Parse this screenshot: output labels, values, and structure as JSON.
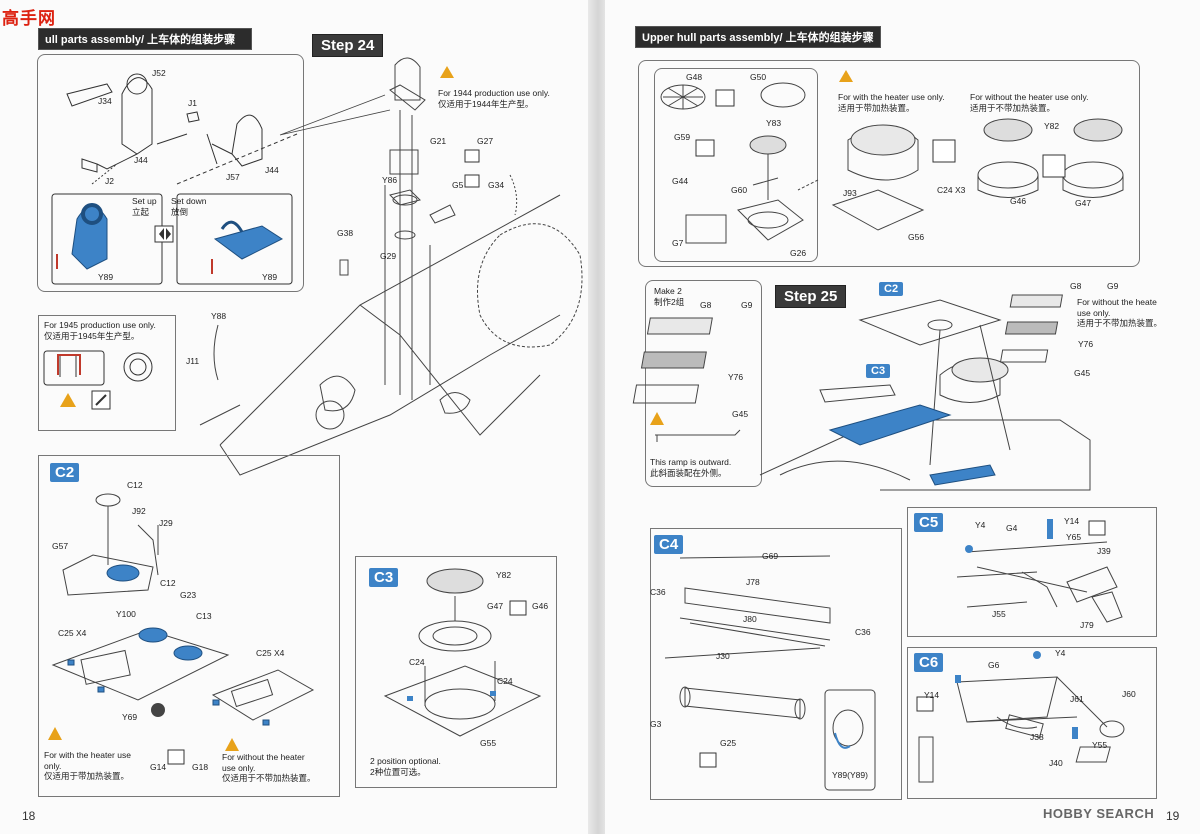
{
  "left_page": {
    "header": "ull parts assembly/ 上车体的组装步骤",
    "step": "Step 24",
    "page_number": "18",
    "notes": {
      "n1944": "For 1944 production use only.",
      "n1944_cn": "仅适用于1944年生产型。",
      "n1945": "For 1945 production use only.",
      "n1945_cn": "仅适用于1945年生产型。",
      "set_up": "Set up",
      "set_up_cn": "立起",
      "set_down": "Set down",
      "set_down_cn": "放倒",
      "with_heater": "For with the heater use only.",
      "with_heater_cn": "仅适用于带加热装置。",
      "without_heater": "For without the heater use only.",
      "without_heater_cn": "仅适用于不带加热装置。",
      "position_optional": "2 position optional.",
      "position_optional_cn": "2种位置可选。"
    },
    "subassemblies": {
      "c2": "C2",
      "c3": "C3"
    },
    "parts": {
      "J52": "J52",
      "J34": "J34",
      "J1": "J1",
      "J44a": "J44",
      "J44b": "J44",
      "J2": "J2",
      "J57": "J57",
      "Y89a": "Y89",
      "Y89b": "Y89",
      "Y88": "Y88",
      "J11": "J11",
      "G21": "G21",
      "G27": "G27",
      "Y86": "Y86",
      "G5": "G5",
      "G34": "G34",
      "G38": "G38",
      "G29": "G29",
      "C12a": "C12",
      "J92": "J92",
      "J29": "J29",
      "G57": "G57",
      "C12b": "C12",
      "G23": "G23",
      "Y100": "Y100",
      "C13": "C13",
      "C25X4a": "C25 X4",
      "C25X4b": "C25 X4",
      "Y69": "Y69",
      "G14": "G14",
      "G18": "G18",
      "Y82": "Y82",
      "G47": "G47",
      "G46": "G46",
      "C24a": "C24",
      "C24b": "C24",
      "G55": "G55"
    }
  },
  "right_page": {
    "header": "Upper hull parts assembly/ 上车体的组装步骤",
    "step": "Step 25",
    "page_number": "19",
    "notes": {
      "with_heater": "For with the heater use only.",
      "with_heater_cn": "适用于带加热装置。",
      "without_heater": "For without the heater use only.",
      "without_heater_cn": "适用于不带加热装置。",
      "make2": "Make 2",
      "make2_cn": "制作2组",
      "without_heater2": "For without the heate use only.",
      "without_heater2_cn": "适用于不带加热装置。",
      "ramp": "This ramp is outward.",
      "ramp_cn": "此斜面装配在外侧。"
    },
    "subassemblies": {
      "c2": "C2",
      "c3": "C3",
      "c4": "C4",
      "c5": "C5",
      "c6": "C6"
    },
    "parts": {
      "G48": "G48",
      "G50": "G50",
      "Y83": "Y83",
      "G59": "G59",
      "G44": "G44",
      "G60": "G60",
      "G7": "G7",
      "G26": "G26",
      "J93": "J93",
      "C24X3": "C24 X3",
      "G56": "G56",
      "Y82": "Y82",
      "G46": "G46",
      "G47": "G47",
      "G8a": "G8",
      "G9a": "G9",
      "Y76a": "Y76",
      "G45a": "G45",
      "G8b": "G8",
      "G9b": "G9",
      "Y76b": "Y76",
      "G45b": "G45",
      "G69": "G69",
      "J78": "J78",
      "C36a": "C36",
      "J80": "J80",
      "C36b": "C36",
      "J30": "J30",
      "G3": "G3",
      "G25": "G25",
      "Y89": "Y89(Y89)",
      "Y4a": "Y4",
      "G4": "G4",
      "Y14a": "Y14",
      "Y65": "Y65",
      "J39": "J39",
      "J55": "J55",
      "J79": "J79",
      "Y4b": "Y4",
      "G6": "G6",
      "Y14b": "Y14",
      "J61": "J61",
      "J60": "J60",
      "J38": "J38",
      "Y55": "Y55",
      "J40": "J40"
    },
    "watermark": "HOBBY SEARCH"
  },
  "site_logo": "高手网",
  "colors": {
    "accent_blue": "#3d83c7",
    "warning": "#e8a21a",
    "header_bg": "#2c2c2c"
  }
}
